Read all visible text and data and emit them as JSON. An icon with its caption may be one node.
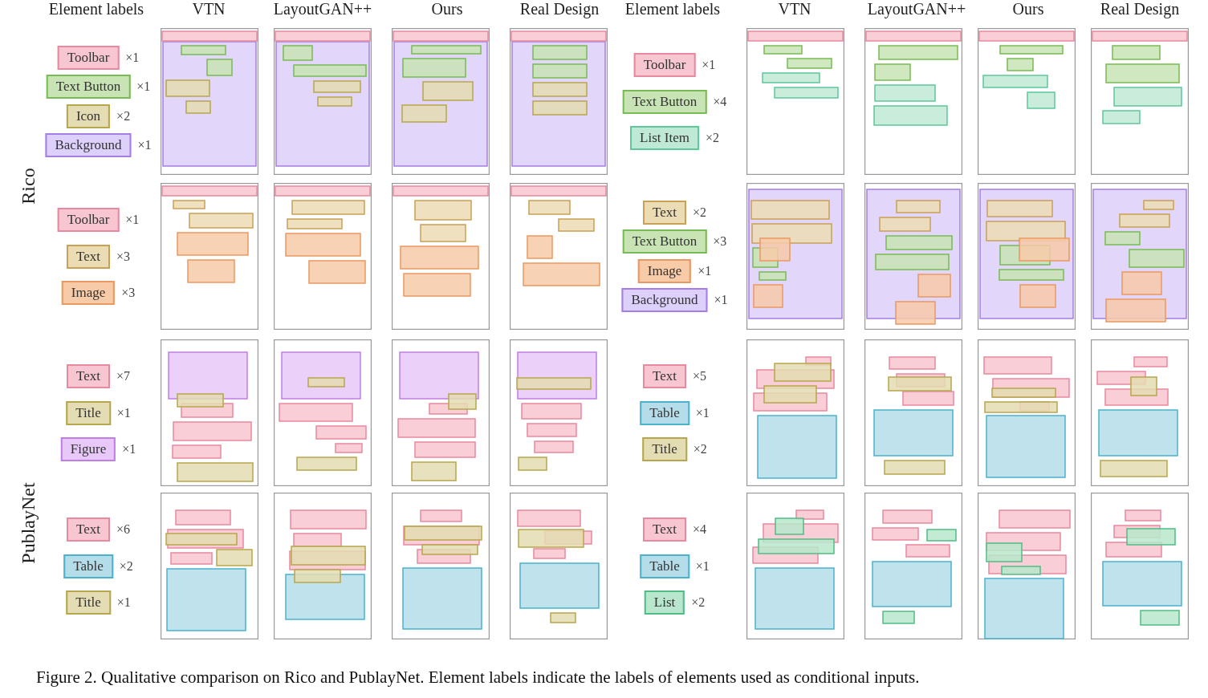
{
  "diagram": {
    "caption": "Figure 2. Qualitative comparison on Rico and PublayNet. Element labels indicate the labels of elements used as conditional inputs.",
    "nodes": [
      {
        "text": [
          "Toolbar"
        ],
        "beside": [
          "×1"
        ]
      },
      {
        "text": [
          "Text Button"
        ],
        "beside": [
          "×1"
        ]
      },
      {
        "text": [
          "Icon"
        ],
        "beside": [
          "×2"
        ]
      },
      {
        "text": [
          "Background"
        ],
        "beside": [
          "×1"
        ]
      },
      {
        "text": [
          "Toolbar"
        ],
        "beside": [
          "×1"
        ]
      },
      {
        "text": [
          "Text Button"
        ],
        "beside": [
          "×4"
        ]
      },
      {
        "text": [
          "List Item"
        ],
        "beside": [
          "×2"
        ]
      },
      {
        "text": [
          "Toolbar"
        ],
        "beside": [
          "×1"
        ]
      },
      {
        "text": [
          "Text"
        ],
        "beside": [
          "×3"
        ]
      },
      {
        "text": [
          "Image"
        ],
        "beside": [
          "×3"
        ]
      },
      {
        "text": [
          "Text"
        ],
        "beside": [
          "×2"
        ]
      },
      {
        "text": [
          "Text Button"
        ],
        "beside": [
          "×3"
        ]
      },
      {
        "text": [
          "Image"
        ],
        "beside": [
          "×1"
        ]
      },
      {
        "text": [
          "Background"
        ],
        "beside": [
          "×1"
        ]
      },
      {
        "text": [
          "Text"
        ],
        "beside": [
          "×7"
        ]
      },
      {
        "text": [
          "Title"
        ],
        "beside": [
          "×1"
        ]
      },
      {
        "text": [
          "Figure"
        ],
        "beside": [
          "×1"
        ]
      },
      {
        "text": [
          "Text"
        ],
        "beside": [
          "×5"
        ]
      },
      {
        "text": [
          "Table"
        ],
        "beside": [
          "×1"
        ]
      },
      {
        "text": [
          "Title"
        ],
        "beside": [
          "×2"
        ]
      },
      {
        "text": [
          "Text"
        ],
        "beside": [
          "×6"
        ]
      },
      {
        "text": [
          "Table"
        ],
        "beside": [
          "×2"
        ]
      },
      {
        "text": [
          "Title"
        ],
        "beside": [
          "×1"
        ]
      },
      {
        "text": [
          "Text"
        ],
        "beside": [
          "×4"
        ]
      },
      {
        "text": [
          "Table"
        ],
        "beside": [
          "×1"
        ]
      },
      {
        "text": [
          "List"
        ],
        "beside": [
          "×2"
        ]
      }
    ],
    "labels": [
      "Element labels",
      "VTN",
      "LayoutGAN++",
      "Ours",
      "Real Design",
      "Element labels",
      "VTN",
      "LayoutGAN++",
      "Ours",
      "Real Design",
      "Rico",
      "PublayNet"
    ]
  }
}
